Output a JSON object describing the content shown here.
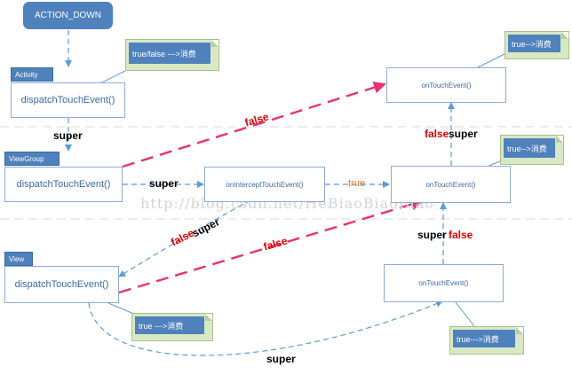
{
  "action_down": "ACTION_DOWN",
  "watermark": "http://blog.csdn.net/HeBiaoBiaoBiao",
  "activity": {
    "tag": "Activity",
    "method": "dispatchTouchEvent()"
  },
  "viewgroup": {
    "tag": "ViewGroup",
    "method": "dispatchTouchEvent()"
  },
  "view": {
    "tag": "View",
    "method": "dispatchTouchEvent()"
  },
  "intercept": {
    "method": "onInterceptTouchEvent()"
  },
  "touch_top": {
    "method": "onTouchEvent()"
  },
  "touch_mid": {
    "method": "onTouchEvent()"
  },
  "touch_bottom": {
    "method": "onTouchEvent()"
  },
  "notes": {
    "activity": "true/false --->消费",
    "top": "true-->消费",
    "mid": "true-->消费",
    "view": "true --->消费",
    "bottom": "true--->消费"
  },
  "labels": {
    "super_activity": "super",
    "super_vg": "super",
    "true_mid": "true",
    "false_vg_top": "false",
    "false_mid": "false",
    "super_mid": "super",
    "false_intercept": "false",
    "super_intercept": "super",
    "false_view": "false",
    "super_bottom": "super",
    "false_bottom": "false",
    "super_curve": "super"
  },
  "colors": {
    "blue_arrow": "#5b9bd5",
    "red_arrow": "#e8326e",
    "accent": "#4f81bd",
    "note_border": "#a8c08c",
    "true_orange": "#e07b2a",
    "false_red": "#e00000"
  }
}
